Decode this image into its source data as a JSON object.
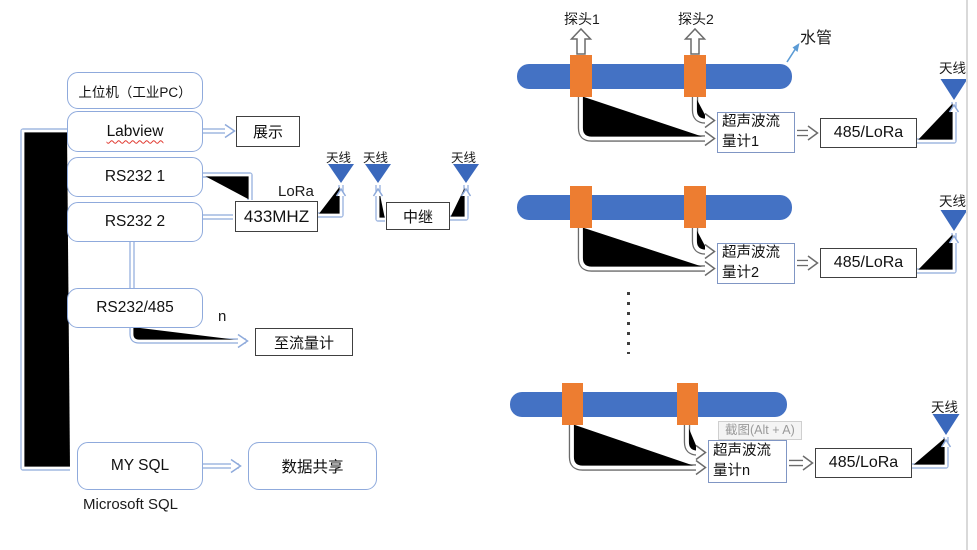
{
  "colors": {
    "pipe_blue": "#4472C4",
    "probe_orange": "#ED7D31",
    "antenna_blue": "#3A68BC",
    "connector_blue": "#8EAADB",
    "connector_grey": "#6b6b6b",
    "pointer_blue": "#5B9BD5",
    "box_border_dark": "#404040",
    "rounded_box_border": "#8FAADC"
  },
  "control_station": {
    "host_pc": "上位机（工业PC）",
    "labview": "Labview",
    "display": "展示",
    "rs232_1": "RS232 1",
    "rs232_2": "RS232 2",
    "lora": "LoRa",
    "radio_433": "433MHZ",
    "antenna_1": "天线",
    "antenna_2": "天线",
    "antenna_3": "天线",
    "relay": "中继",
    "rs232_485": "RS232/485",
    "meter_count": "n",
    "to_flowmeter": "至流量计",
    "mysql": "MY SQL",
    "microsoft_sql": "Microsoft SQL",
    "data_share": "数据共享"
  },
  "field_network": {
    "probe_1": "探头1",
    "probe_2": "探头2",
    "pipe_label": "水管",
    "rows": [
      {
        "flowmeter": "超声波流量计1",
        "radio": "485/LoRa",
        "antenna": "天线"
      },
      {
        "flowmeter": "超声波流量计2",
        "radio": "485/LoRa",
        "antenna": "天线"
      },
      {
        "flowmeter": "超声波流量计n",
        "radio": "485/LoRa",
        "antenna": "天线"
      }
    ]
  },
  "screenshot_tool": {
    "tooltip": "截图(Alt + A)"
  }
}
